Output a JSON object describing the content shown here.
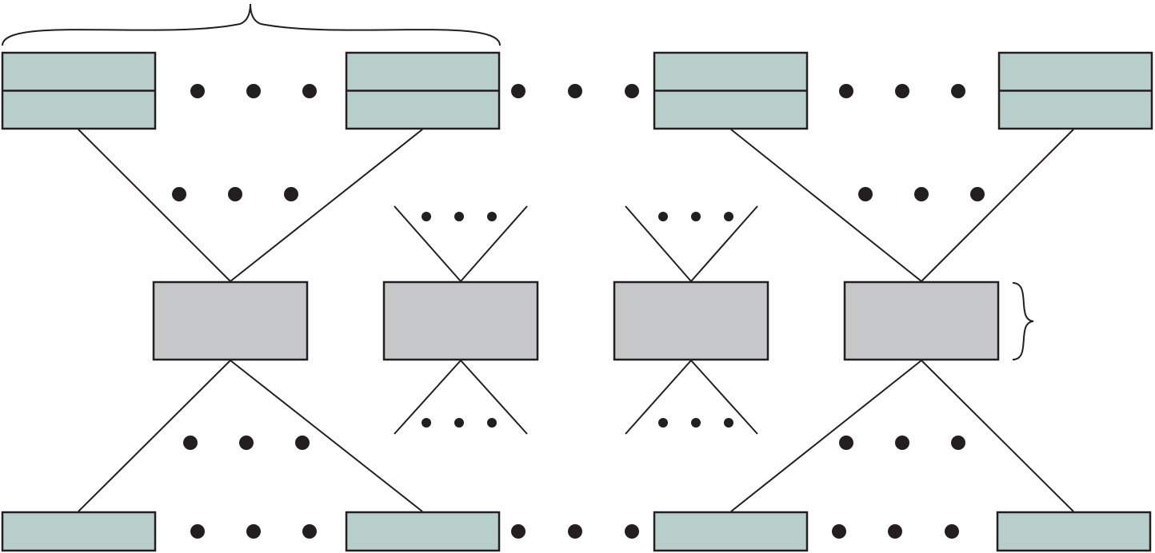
{
  "colors": {
    "top_box_fill": "#b7cecb",
    "bottom_box_fill": "#b7cecb",
    "middle_box_fill": "#c6c7c9",
    "stroke": "#231f20",
    "background": "#ffffff"
  },
  "diagram": {
    "top_row": {
      "box_count": 4,
      "split_horizontally": true
    },
    "middle_row": {
      "box_count": 4
    },
    "bottom_row": {
      "box_count": 4
    }
  }
}
